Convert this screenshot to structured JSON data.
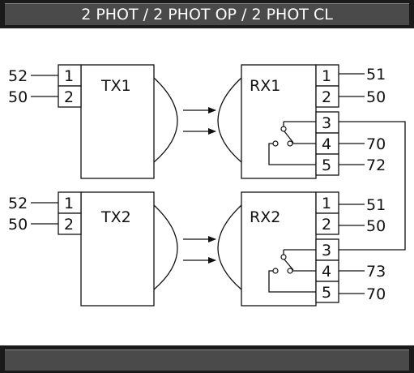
{
  "header": {
    "title": "2 PHOT / 2 PHOT OP / 2 PHOT CL"
  },
  "tx1": {
    "label": "TX1",
    "pins": [
      "1",
      "2"
    ],
    "terminals": [
      "52",
      "50"
    ]
  },
  "tx2": {
    "label": "TX2",
    "pins": [
      "1",
      "2"
    ],
    "terminals": [
      "52",
      "50"
    ]
  },
  "rx1": {
    "label": "RX1",
    "pins": [
      "1",
      "2",
      "3",
      "4",
      "5"
    ],
    "terminals": {
      "p1": "51",
      "p2": "50",
      "p4": "70",
      "p5": "72"
    }
  },
  "rx2": {
    "label": "RX2",
    "pins": [
      "1",
      "2",
      "3",
      "4",
      "5"
    ],
    "terminals": {
      "p1": "51",
      "p2": "50",
      "p4": "73",
      "p5": "70"
    }
  }
}
